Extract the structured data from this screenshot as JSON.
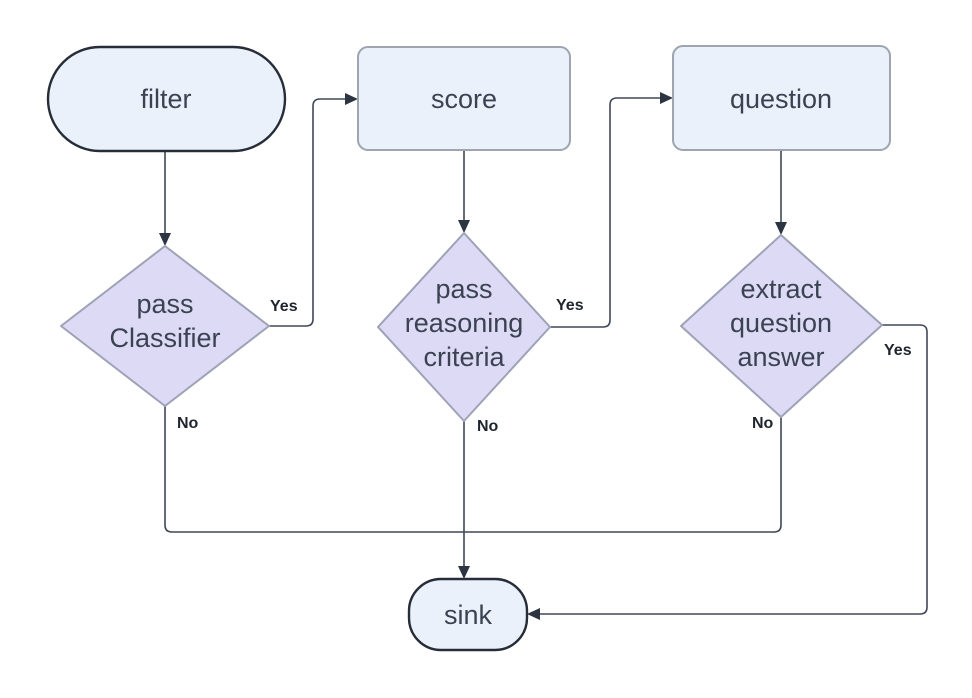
{
  "diagram": {
    "nodes": {
      "filter": {
        "label": "filter",
        "shape": "stadium"
      },
      "score": {
        "label": "score",
        "shape": "rounded-rect"
      },
      "question": {
        "label": "question",
        "shape": "rounded-rect"
      },
      "pass_classifier": {
        "shape": "diamond",
        "lines": [
          "pass",
          "Classifier"
        ]
      },
      "pass_reasoning": {
        "shape": "diamond",
        "lines": [
          "pass",
          "reasoning",
          "criteria"
        ]
      },
      "extract_qa": {
        "shape": "diamond",
        "lines": [
          "extract",
          "question",
          "answer"
        ]
      },
      "sink": {
        "label": "sink",
        "shape": "stadium"
      }
    },
    "edge_labels": {
      "classifier_yes": "Yes",
      "classifier_no": "No",
      "reasoning_yes": "Yes",
      "reasoning_no": "No",
      "extract_yes": "Yes",
      "extract_no": "No"
    },
    "colors": {
      "node_fill_blue": "#EAF1FB",
      "node_fill_lavender": "#DDDAF6",
      "stadium_stroke": "#262C38",
      "box_stroke": "#9EA4B0",
      "diamond_stroke": "#9EA2B6",
      "connector": "#3F4756",
      "arrowhead": "#2E3542",
      "node_text": "#3B4352",
      "edge_label_text": "#1F242E"
    }
  }
}
